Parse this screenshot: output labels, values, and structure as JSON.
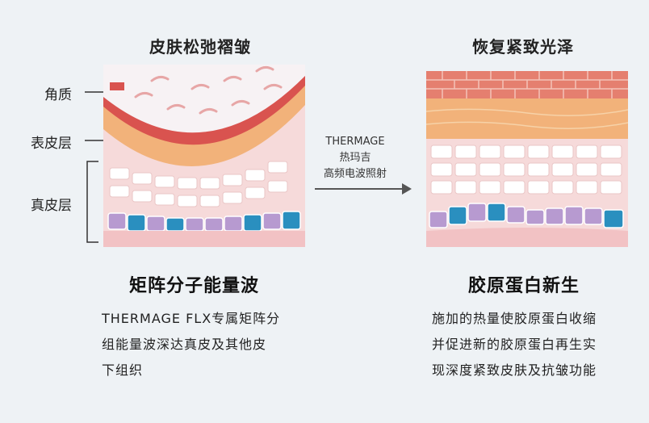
{
  "left": {
    "title": "皮肤松弛褶皱",
    "layers": [
      "角质",
      "表皮层",
      "真皮层"
    ],
    "heading": "矩阵分子能量波",
    "desc": [
      "THERMAGE FLX专属矩阵分",
      "组能量波深达真皮及其他皮",
      "下组织"
    ]
  },
  "arrow": {
    "lines": [
      "THERMAGE",
      "热玛吉",
      "高频电波照射"
    ]
  },
  "right": {
    "title": "恢复紧致光泽",
    "heading": "胶原蛋白新生",
    "desc": [
      "施加的热量使胶原蛋白收缩",
      "并促进新的胶原蛋白再生实",
      "现深度紧致皮肤及抗皱功能"
    ]
  },
  "colors": {
    "stratum": "#d9534f",
    "epidermis": "#f2b27a",
    "dermis": "#f6dada",
    "blue_cell": "#2a8fbf",
    "purple_cell": "#b79ad0",
    "accent_arrow": "#555555"
  }
}
